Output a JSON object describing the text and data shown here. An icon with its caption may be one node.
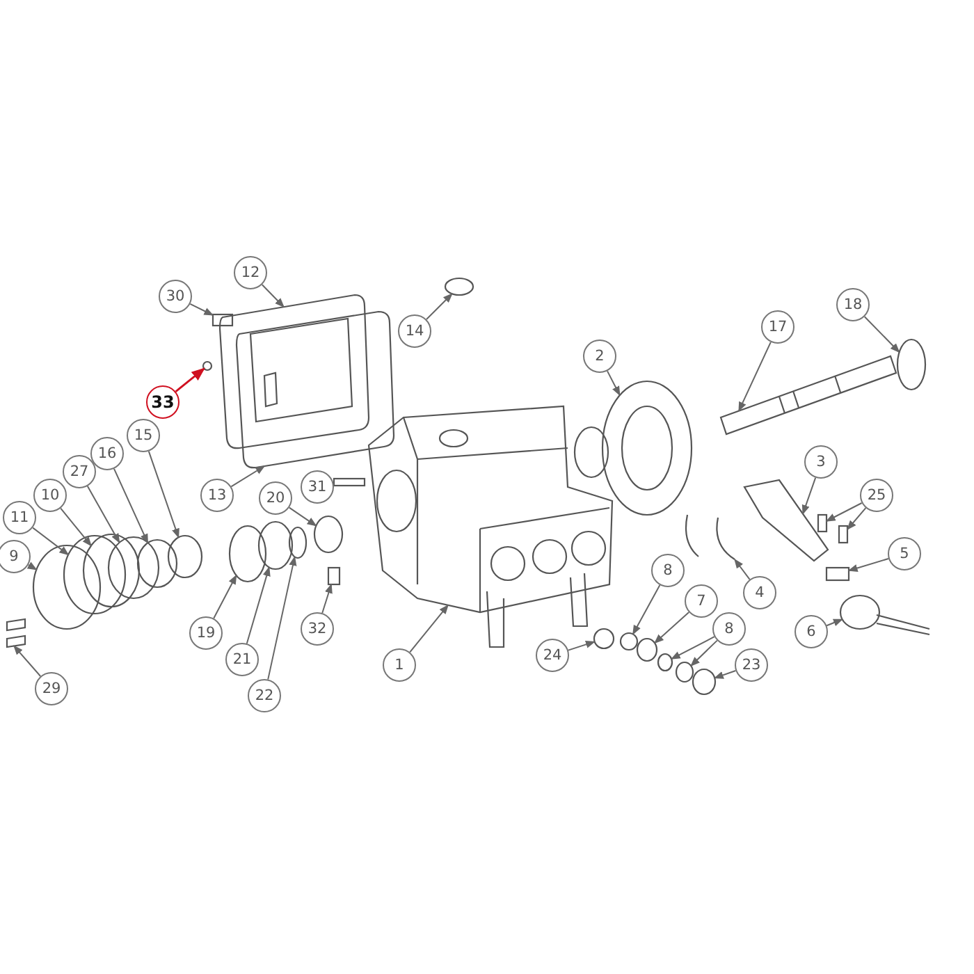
{
  "diagram": {
    "nodes": [
      {
        "text": [
          "30"
        ]
      },
      {
        "text": [
          "12"
        ]
      },
      {
        "text": [
          "14"
        ]
      },
      {
        "text": [
          "18"
        ]
      },
      {
        "text": [
          "17"
        ]
      },
      {
        "text": [
          "2"
        ]
      },
      {
        "text": [
          "33"
        ]
      },
      {
        "text": [
          "15"
        ]
      },
      {
        "text": [
          "16"
        ]
      },
      {
        "text": [
          "27"
        ]
      },
      {
        "text": [
          "10"
        ]
      },
      {
        "text": [
          "11"
        ]
      },
      {
        "text": [
          "9"
        ]
      },
      {
        "text": [
          "13"
        ]
      },
      {
        "text": [
          "20"
        ]
      },
      {
        "text": [
          "31"
        ]
      },
      {
        "text": [
          "3"
        ]
      },
      {
        "text": [
          "25"
        ]
      },
      {
        "text": [
          "5"
        ]
      },
      {
        "text": [
          "19"
        ]
      },
      {
        "text": [
          "21"
        ]
      },
      {
        "text": [
          "22"
        ]
      },
      {
        "text": [
          "32"
        ]
      },
      {
        "text": [
          "8"
        ]
      },
      {
        "text": [
          "7"
        ]
      },
      {
        "text": [
          "8"
        ]
      },
      {
        "text": [
          "4"
        ]
      },
      {
        "text": [
          "6"
        ]
      },
      {
        "text": [
          "1"
        ]
      },
      {
        "text": [
          "24"
        ]
      },
      {
        "text": [
          "23"
        ]
      },
      {
        "text": [
          "29"
        ]
      },
      {
        "text": [],
        "shape": "box"
      },
      {
        "text": [],
        "shape": "picture"
      },
      {
        "text": [],
        "shape": "circle"
      },
      {
        "text": [],
        "shape": "circle"
      },
      {
        "text": [],
        "shape": "picture"
      },
      {
        "text": [],
        "shape": "picture"
      },
      {
        "text": [],
        "shape": "circle"
      },
      {
        "text": [],
        "shape": "circle"
      },
      {
        "text": [],
        "shape": "circle"
      },
      {
        "text": [],
        "shape": "circle"
      },
      {
        "text": [],
        "shape": "circle"
      },
      {
        "text": [],
        "shape": "circle"
      },
      {
        "text": [],
        "shape": "circle"
      },
      {
        "text": [],
        "shape": "picture"
      },
      {
        "text": [],
        "shape": "circle"
      },
      {
        "text": [],
        "shape": "box"
      },
      {
        "text": [],
        "shape": "picture"
      },
      {
        "text": [],
        "shape": "box"
      },
      {
        "text": [],
        "shape": "box"
      },
      {
        "text": [],
        "shape": "box"
      },
      {
        "text": [],
        "shape": "circle"
      },
      {
        "text": [],
        "shape": "circle"
      },
      {
        "text": [],
        "shape": "circle"
      },
      {
        "text": [],
        "shape": "box"
      },
      {
        "text": [],
        "shape": "circle"
      },
      {
        "text": [],
        "shape": "circle"
      },
      {
        "text": [],
        "shape": "circle"
      },
      {
        "text": [],
        "shape": "circle"
      },
      {
        "text": [],
        "shape": "picture"
      },
      {
        "text": [],
        "shape": "picture"
      },
      {
        "text": [],
        "shape": "picture"
      },
      {
        "text": [],
        "shape": "circle"
      },
      {
        "text": [],
        "shape": "circle"
      },
      {
        "text": [],
        "shape": "picture"
      }
    ],
    "edges": [
      {
        "from": 0,
        "to": 32,
        "arrow": "to"
      },
      {
        "from": 1,
        "to": 33,
        "arrow": "to"
      },
      {
        "from": 2,
        "to": 34,
        "arrow": "to"
      },
      {
        "from": 3,
        "to": 35,
        "arrow": "to"
      },
      {
        "from": 4,
        "to": 36,
        "arrow": "to"
      },
      {
        "from": 5,
        "to": 37,
        "arrow": "to"
      },
      {
        "from": 6,
        "to": 38,
        "arrow": "to",
        "color": "#d01020"
      },
      {
        "from": 7,
        "to": 39,
        "arrow": "to"
      },
      {
        "from": 8,
        "to": 40,
        "arrow": "to"
      },
      {
        "from": 9,
        "to": 41,
        "arrow": "to"
      },
      {
        "from": 10,
        "to": 42,
        "arrow": "to"
      },
      {
        "from": 11,
        "to": 43,
        "arrow": "to"
      },
      {
        "from": 12,
        "to": 44,
        "arrow": "to"
      },
      {
        "from": 13,
        "to": 45,
        "arrow": "to"
      },
      {
        "from": 14,
        "to": 46,
        "arrow": "to"
      },
      {
        "from": 15,
        "to": 47,
        "arrow": "to"
      },
      {
        "from": 16,
        "to": 48,
        "arrow": "to"
      },
      {
        "from": 17,
        "to": 49,
        "arrow": "to"
      },
      {
        "from": 17,
        "to": 50,
        "arrow": "to"
      },
      {
        "from": 18,
        "to": 51,
        "arrow": "to"
      },
      {
        "from": 19,
        "to": 52,
        "arrow": "to"
      },
      {
        "from": 20,
        "to": 53,
        "arrow": "to"
      },
      {
        "from": 21,
        "to": 54,
        "arrow": "to"
      },
      {
        "from": 22,
        "to": 55,
        "arrow": "to"
      },
      {
        "from": 23,
        "to": 56,
        "arrow": "to"
      },
      {
        "from": 24,
        "to": 57,
        "arrow": "to"
      },
      {
        "from": 25,
        "to": 58,
        "arrow": "to"
      },
      {
        "from": 25,
        "to": 59,
        "arrow": "to"
      },
      {
        "from": 26,
        "to": 60,
        "arrow": "to"
      },
      {
        "from": 27,
        "to": 61,
        "arrow": "to"
      },
      {
        "from": 28,
        "to": 62,
        "arrow": "to"
      },
      {
        "from": 29,
        "to": 63,
        "arrow": "to"
      },
      {
        "from": 30,
        "to": 64,
        "arrow": "to"
      },
      {
        "from": 31,
        "to": 65,
        "arrow": "to"
      }
    ]
  }
}
